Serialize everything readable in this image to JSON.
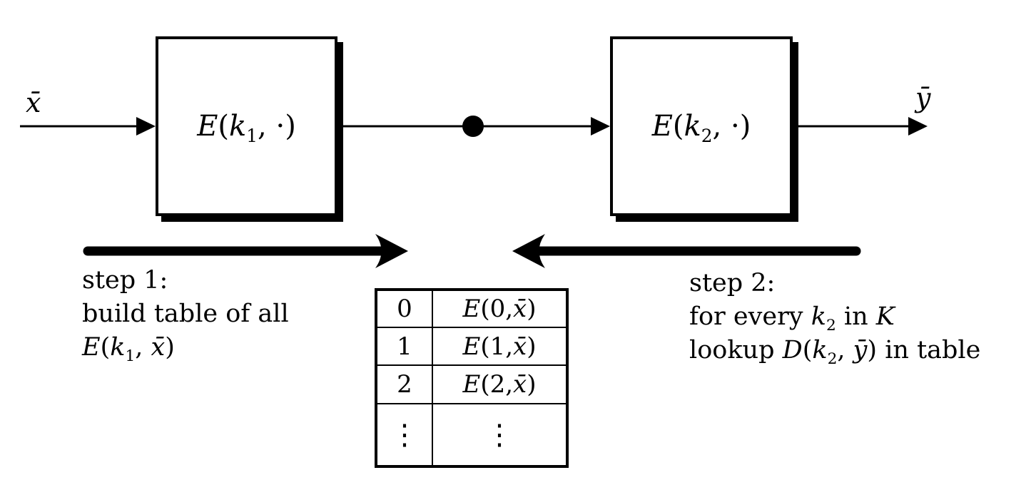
{
  "colors": {
    "ink": "#000000",
    "background": "#ffffff"
  },
  "pipeline": {
    "input_label": "x̄",
    "output_label": "ȳ",
    "box1": {
      "e": "E",
      "open": "(",
      "k": "k",
      "sub": "1",
      "close": ", ·)"
    },
    "box2": {
      "e": "E",
      "open": "(",
      "k": "k",
      "sub": "2",
      "close": ", ·)"
    }
  },
  "step1": {
    "line1": "step 1:",
    "line2": "build table of all",
    "line3": {
      "e": "E",
      "open": "(",
      "k": "k",
      "sub": "1",
      "comma": ", ",
      "x": "x̄",
      "close": ")"
    }
  },
  "step2": {
    "line1": "step 2:",
    "line2": {
      "pre": "for every ",
      "k": "k",
      "sub": "2",
      "mid": " in ",
      "set": "K"
    },
    "line3": {
      "pre": "lookup ",
      "d": "D",
      "open": "(",
      "k": "k",
      "sub": "2",
      "comma": ", ",
      "y": "ȳ",
      "close": ")",
      "post": " in table"
    }
  },
  "table": {
    "rows": [
      {
        "key": "0",
        "e": "E",
        "open": "(0, ",
        "x": "x̄",
        "close": ")"
      },
      {
        "key": "1",
        "e": "E",
        "open": "(1, ",
        "x": "x̄",
        "close": ")"
      },
      {
        "key": "2",
        "e": "E",
        "open": "(2, ",
        "x": "x̄",
        "close": ")"
      },
      {
        "key": "⋮",
        "dots": "⋮"
      }
    ]
  }
}
